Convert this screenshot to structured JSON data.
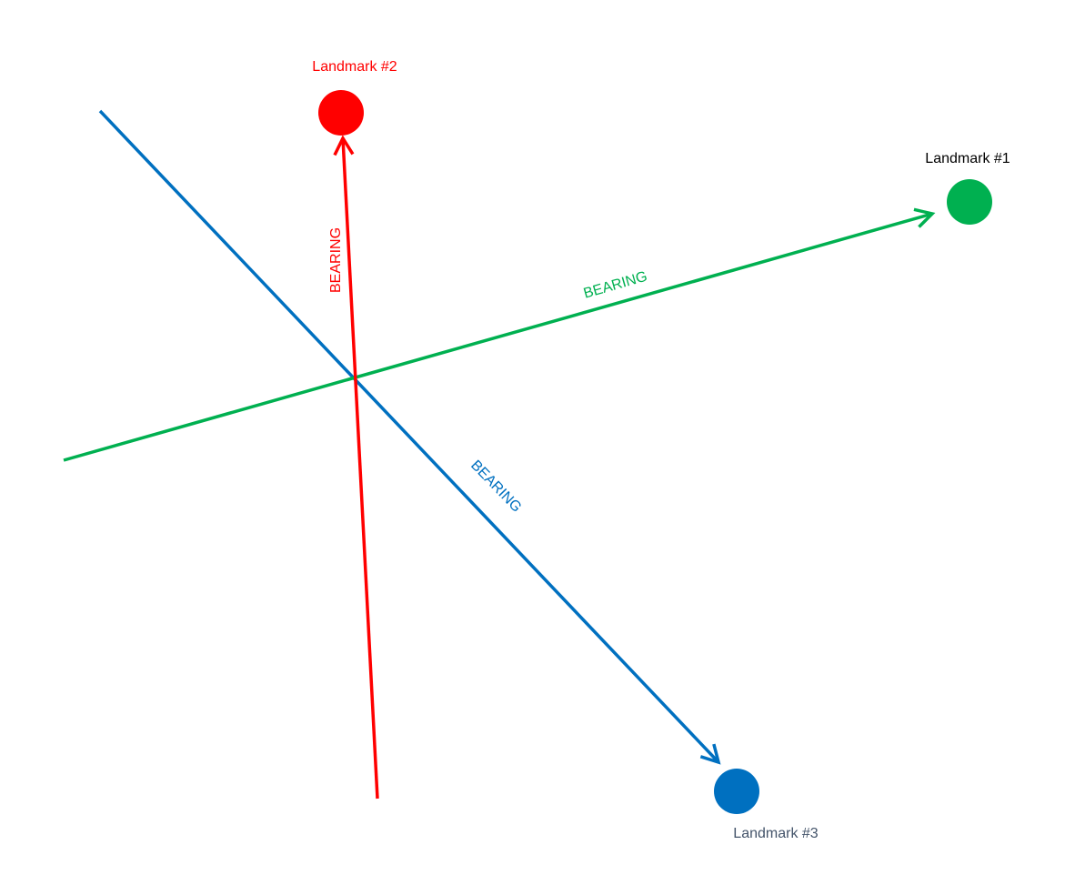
{
  "colors": {
    "red": "#ff0000",
    "green": "#00b050",
    "blue": "#0070c0",
    "label_black": "#000000",
    "label_blue": "#44546a"
  },
  "landmarks": [
    {
      "label": "Landmark #1"
    },
    {
      "label": "Landmark #2"
    },
    {
      "label": "Landmark #3"
    }
  ],
  "bearings": {
    "red": "BEARING",
    "green": "BEARING",
    "blue": "BEARING"
  }
}
